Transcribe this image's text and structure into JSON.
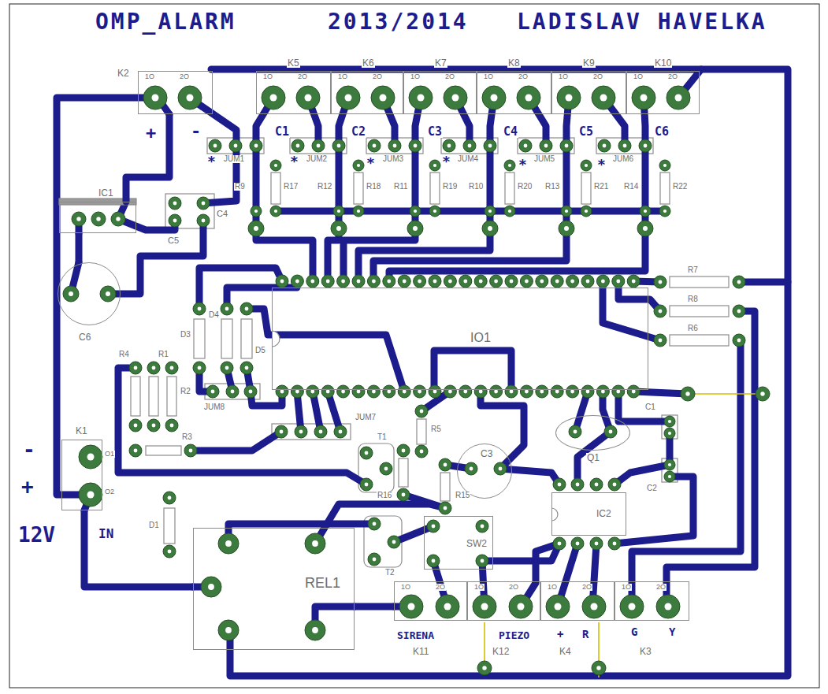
{
  "diagram": {
    "title": "OMP_ALARM",
    "nodes": [
      {
        "text": [
          "K2"
        ]
      },
      {
        "text": [
          "K5"
        ]
      },
      {
        "text": [
          "K6"
        ]
      },
      {
        "text": [
          "K7"
        ]
      },
      {
        "text": [
          "K8"
        ]
      },
      {
        "text": [
          "K9"
        ]
      },
      {
        "text": [
          "K10"
        ]
      },
      {
        "text": [
          "IC1"
        ]
      },
      {
        "text": [
          "C6"
        ]
      },
      {
        "text": [
          "IO1"
        ]
      },
      {
        "text": [
          "Q1"
        ]
      },
      {
        "text": [
          "C3"
        ]
      },
      {
        "text": [
          "K1"
        ]
      },
      {
        "text": [
          "IC2"
        ]
      },
      {
        "text": [
          "REL1"
        ]
      },
      {
        "text": [
          "SW2"
        ]
      },
      {
        "text": [
          "K11"
        ]
      },
      {
        "text": [
          "K12"
        ]
      },
      {
        "text": [
          "K4"
        ]
      },
      {
        "text": [
          "K3"
        ]
      }
    ],
    "edges": [
      {
        "from": 0,
        "to": 7,
        "arrow": "none"
      },
      {
        "from": 7,
        "to": 8,
        "arrow": "none"
      },
      {
        "from": 12,
        "to": 14,
        "arrow": "none"
      },
      {
        "from": 14,
        "to": 16,
        "arrow": "none"
      }
    ],
    "labels": [
      "2013/2014",
      "LADISLAV HAVELKA",
      "+",
      "-",
      "C1",
      "C2",
      "C3",
      "C4",
      "C5",
      "C6",
      "*",
      "*",
      "*",
      "*",
      "*",
      "*",
      "JUM1",
      "JUM2",
      "JUM3",
      "JUM4",
      "JUM5",
      "JUM6",
      "R9",
      "R17",
      "R12",
      "R18",
      "R11",
      "R19",
      "R10",
      "R20",
      "R13",
      "R21",
      "R14",
      "R22",
      "C5",
      "C4",
      "R7",
      "R8",
      "R6",
      "D3",
      "D4",
      "D5",
      "R4",
      "R1",
      "R2",
      "R3",
      "JUM8",
      "JUM7",
      "T1",
      "R5",
      "R16",
      "R15",
      "C1",
      "C2",
      "D1",
      "T2",
      "-",
      "+",
      "12V",
      "IN",
      "SIRENA",
      "PIEZO",
      "+",
      "R",
      "G",
      "Y",
      "1O",
      "2O",
      "1O",
      "2O",
      "1O",
      "2O",
      "1O",
      "2O",
      "1O",
      "2O",
      "1O",
      "2O",
      "1O",
      "2O",
      "1O",
      "2O",
      "1O",
      "2O",
      "1O",
      "2O",
      "1O",
      "2O",
      "O1",
      "O2"
    ]
  }
}
